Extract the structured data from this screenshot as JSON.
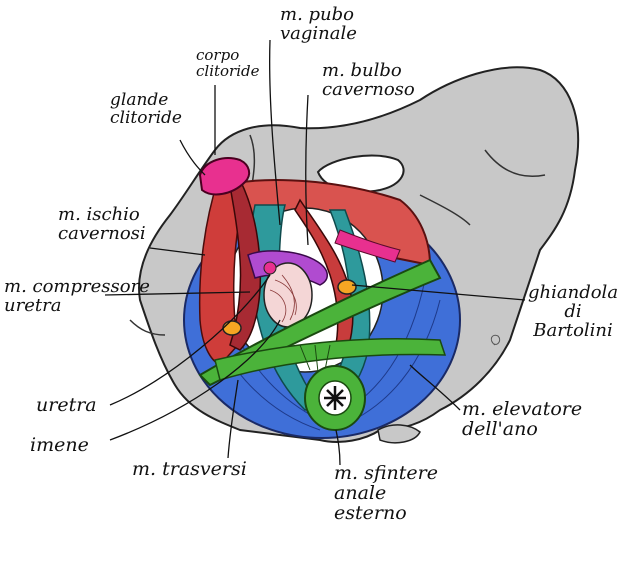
{
  "colors": {
    "bone": "#c8c8c8",
    "bone_edge": "#222222",
    "red_muscle": "#d9534f",
    "dark_red": "#b8323a",
    "blue_muscle": "#3f6fd8",
    "teal_muscle": "#2e9a9c",
    "green_muscle": "#4bb33a",
    "magenta": "#e8308f",
    "purple": "#b04bd0",
    "orange_gland": "#f5a623",
    "white": "#ffffff"
  },
  "labels": {
    "corpo_clitoride": [
      "corpo",
      "clitoride"
    ],
    "glande_clitoride": [
      "glande",
      "clitoride"
    ],
    "pubo_vaginale": [
      "m. pubo",
      "vaginale"
    ],
    "bulbo_cavernoso": [
      "m. bulbo",
      "cavernoso"
    ],
    "ischio_cavernoso": [
      "m. ischio",
      "cavernosi"
    ],
    "compressore_uretra": [
      "m. compressore",
      "uretra"
    ],
    "ghiandola_bartolini": [
      "ghiandola",
      "di",
      "Bartolini"
    ],
    "uretra": "uretra",
    "imene": "imene",
    "trasversi": "m. trasversi",
    "elevatore_ano": [
      "m. elevatore",
      "dell'ano"
    ],
    "sfintere_anale": [
      "m. sfintere",
      "anale",
      "esterno"
    ]
  }
}
